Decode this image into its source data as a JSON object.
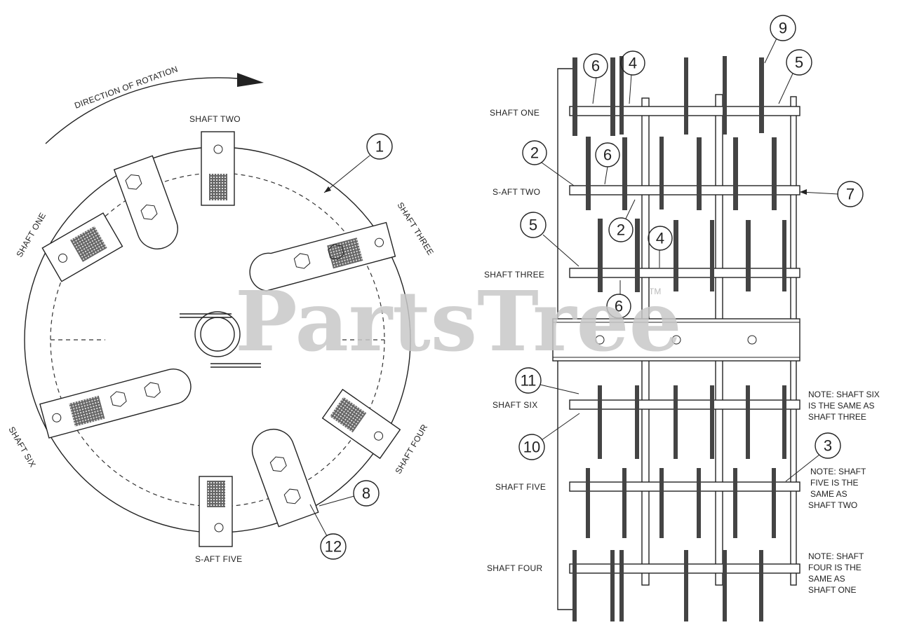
{
  "watermark": {
    "text": "PartsTree",
    "tm": "TM"
  },
  "left_view": {
    "direction_label": "DIRECTION OF ROTATION",
    "shaft_labels": {
      "one": "SHAFT ONE",
      "two": "SHAFT TWO",
      "three": "SHAFT THREE",
      "four": "SHAFT FOUR",
      "five": "S-AFT FIVE",
      "six": "SHAFT SIX"
    },
    "callouts": {
      "c1": "1",
      "c8": "8",
      "c12": "12"
    }
  },
  "right_view": {
    "shaft_labels": {
      "one": "SHAFT ONE",
      "two": "S-AFT TWO",
      "three": "SHAFT THREE",
      "six": "SHAFT SIX",
      "five": "SHAFT FIVE",
      "four": "SHAFT FOUR"
    },
    "callouts": {
      "c9": "9",
      "c6a": "6",
      "c4a": "4",
      "c5a": "5",
      "c2a": "2",
      "c6b": "6",
      "c7": "7",
      "c2b": "2",
      "c5b": "5",
      "c4b": "4",
      "c6c": "6",
      "c11": "11",
      "c10": "10",
      "c3": "3"
    },
    "notes": {
      "six": [
        "NOTE: SHAFT SIX",
        "IS THE SAME AS",
        "SHAFT THREE"
      ],
      "five": [
        "NOTE: SHAFT",
        "FIVE IS THE",
        "SAME AS",
        "SHAFT TWO"
      ],
      "four": [
        "NOTE: SHAFT",
        "FOUR IS THE",
        "SAME AS",
        "SHAFT ONE"
      ]
    }
  }
}
